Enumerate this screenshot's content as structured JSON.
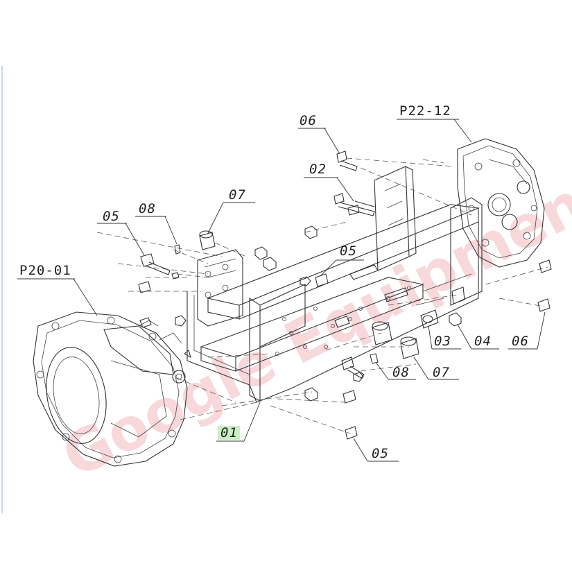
{
  "diagram": {
    "labels": {
      "p22_12": "P22-12",
      "p20_01": "P20-01",
      "l06_top": "06",
      "l02": "02",
      "l07_top": "07",
      "l08_left": "08",
      "l05_left": "05",
      "l05_mid": "05",
      "l03": "03",
      "l04": "04",
      "l06_right": "06",
      "l08_mid": "08",
      "l07_mid": "07",
      "l01": "01",
      "l05_bottom": "05"
    },
    "watermark": "Google Equipment",
    "highlight_color": "#c8f0c2",
    "watermark_color": "#f3b9bd"
  }
}
